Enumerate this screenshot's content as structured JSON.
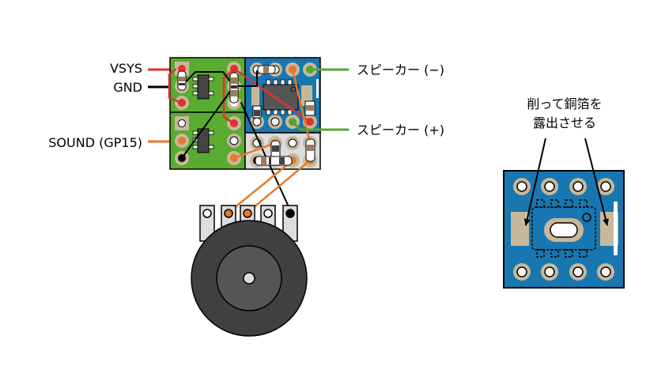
{
  "diagram": {
    "title": "Sound amplifier wiring diagram",
    "labels": {
      "vsys": "VSYS",
      "gnd": "GND",
      "sound": "SOUND (GP15)",
      "speaker_minus": "スピーカー (−)",
      "speaker_plus": "スピーカー (+)",
      "note_line1": "削って銅箔を",
      "note_line2": "露出させる"
    },
    "colors": {
      "vsys_wire": "#e03030",
      "gnd_wire": "#000000",
      "sound_wire": "#e8782a",
      "speaker_wire": "#55a530",
      "green_pcb": "#5aab32",
      "blue_pcb": "#1877b0",
      "gray_pcb": "#dddddd",
      "pad": "#c8b89a",
      "knob_outer": "#404040",
      "knob_inner": "#555555"
    },
    "components": [
      {
        "name": "green-regulator-board",
        "type": "pcb"
      },
      {
        "name": "blue-amplifier-board",
        "type": "pcb"
      },
      {
        "name": "gray-resistor-board",
        "type": "pcb"
      },
      {
        "name": "potentiometer",
        "type": "volume-knob"
      },
      {
        "name": "scraped-sop8-board",
        "type": "pcb-detail"
      }
    ]
  }
}
